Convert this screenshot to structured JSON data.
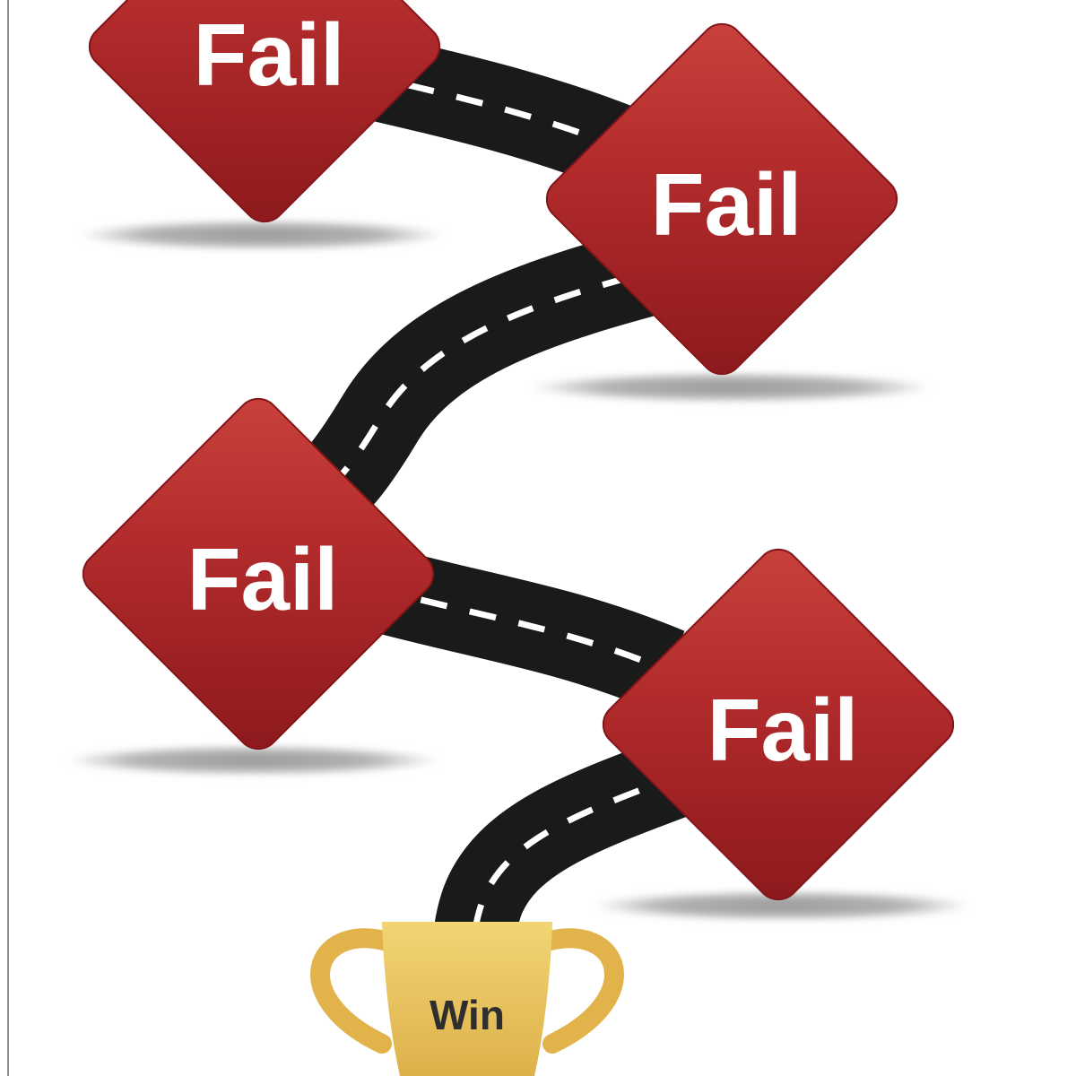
{
  "diagram": {
    "nodes": [
      {
        "id": "fail-1",
        "label": "Fail"
      },
      {
        "id": "fail-2",
        "label": "Fail"
      },
      {
        "id": "fail-3",
        "label": "Fail"
      },
      {
        "id": "fail-4",
        "label": "Fail"
      }
    ],
    "goal": {
      "id": "win",
      "label": "Win"
    },
    "colors": {
      "node_red_top": "#c9423c",
      "node_red_mid": "#b02a2b",
      "node_red_bottom": "#8c191c",
      "road_black": "#1a1a1a",
      "dash_white": "#ffffff",
      "trophy_gold_light": "#f2d574",
      "trophy_gold_dark": "#ddb14a",
      "trophy_handle": "#e2b24b",
      "shadow_gray": "#a9a9a9",
      "fail_text": "#ffffff",
      "win_text": "#2e2e2e",
      "page_border": "#8f8f8f"
    }
  }
}
